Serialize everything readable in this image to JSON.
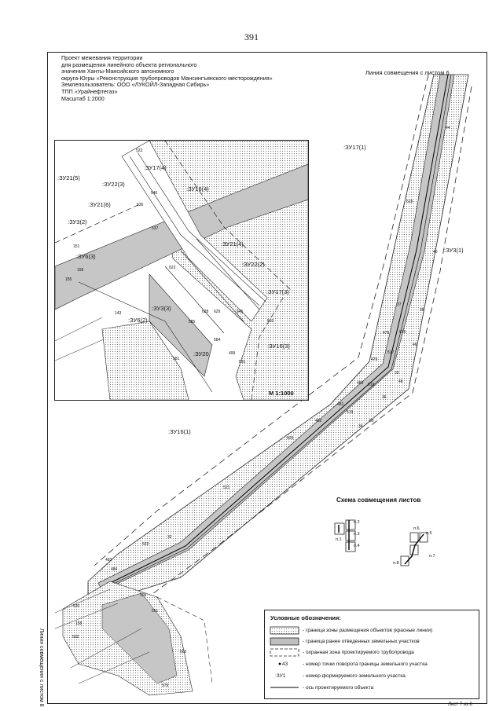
{
  "page_number": "391",
  "title_block": {
    "lines": [
      "Проект межевания территории",
      "для размещения линейного объекта регионального",
      "значения Ханты-Мансийского автономного",
      "округа-Югры «Реконструкция трубопроводов Мансингъянского месторождения»",
      "Землепользователь: ООО «ЛУКОЙЛ-Западная Сибирь»",
      "ТПП «Урайнефтегаз»",
      "Масштаб 1:2000"
    ]
  },
  "match_lines": {
    "top": "Линия совмещения с листом 6",
    "left": "Линия совмещения с листом 8"
  },
  "inset": {
    "scale": "М 1:1000"
  },
  "parcel_labels": {
    "zu17_1": ":ЗУ17(1)",
    "zu3_1": ":ЗУ3(1)",
    "zu16_1": ":ЗУ16(1)",
    "zu21_5": ":ЗУ21(5)",
    "zu17_4": ":ЗУ17(4)",
    "zu22_3": ":ЗУ22(3)",
    "zu16_4": ":ЗУ16(4)",
    "zu21_6": ":ЗУ21(6)",
    "zu3_2": ":ЗУ3(2)",
    "zu6_3": ":ЗУ6(3)",
    "zu21_4": ":ЗУ21(4)",
    "zu22_2": ":ЗУ22(2)",
    "zu17_3": ":ЗУ17(3)",
    "zu3_3": ":ЗУ3(3)",
    "zu6_2": ":ЗУ6(2)",
    "zu16_3": ":ЗУ16(3)",
    "zu20": ":ЗУ20"
  },
  "points": [
    {
      "id": "p44",
      "t": "44"
    },
    {
      "id": "p515",
      "t": "515"
    },
    {
      "id": "p40",
      "t": "40"
    },
    {
      "id": "p37",
      "t": "37"
    },
    {
      "id": "p35",
      "t": "35"
    },
    {
      "id": "p46",
      "t": "46"
    },
    {
      "id": "p478",
      "t": "478"
    },
    {
      "id": "p516",
      "t": "516"
    },
    {
      "id": "p517",
      "t": "517"
    },
    {
      "id": "p479",
      "t": "479"
    },
    {
      "id": "p33",
      "t": "33"
    },
    {
      "id": "p48",
      "t": "48"
    },
    {
      "id": "p480",
      "t": "480"
    },
    {
      "id": "p518",
      "t": "518"
    },
    {
      "id": "p36",
      "t": "36"
    },
    {
      "id": "p481",
      "t": "481"
    },
    {
      "id": "p519",
      "t": "519"
    },
    {
      "id": "p482",
      "t": "482"
    },
    {
      "id": "p34",
      "t": "34"
    },
    {
      "id": "p50",
      "t": "50"
    },
    {
      "id": "p520",
      "t": "520"
    },
    {
      "id": "p521",
      "t": "521"
    },
    {
      "id": "p522",
      "t": "522"
    },
    {
      "id": "p32",
      "t": "32"
    },
    {
      "id": "p483",
      "t": "483"
    },
    {
      "id": "p484",
      "t": "484"
    },
    {
      "id": "p505",
      "t": "505"
    },
    {
      "id": "p501",
      "t": "501"
    },
    {
      "id": "p530",
      "t": "530"
    },
    {
      "id": "p502",
      "t": "502"
    },
    {
      "id": "p500",
      "t": "500"
    },
    {
      "id": "p579",
      "t": "579"
    },
    {
      "id": "p523",
      "t": "523"
    },
    {
      "id": "p546",
      "t": "546"
    },
    {
      "id": "p536",
      "t": "536"
    },
    {
      "id": "p537",
      "t": "537"
    },
    {
      "id": "p623",
      "t": "623"
    },
    {
      "id": "p628",
      "t": "628"
    },
    {
      "id": "p629",
      "t": "629"
    },
    {
      "id": "p545",
      "t": "545"
    },
    {
      "id": "p503",
      "t": "503"
    },
    {
      "id": "p584",
      "t": "584"
    },
    {
      "id": "p499",
      "t": "499"
    },
    {
      "id": "p591",
      "t": "591"
    },
    {
      "id": "p581",
      "t": "581"
    },
    {
      "id": "p143",
      "t": "143"
    },
    {
      "id": "p155",
      "t": "155"
    },
    {
      "id": "p156",
      "t": "156"
    },
    {
      "id": "p151",
      "t": "151"
    },
    {
      "id": "p158",
      "t": "158"
    },
    {
      "id": "p585",
      "t": "585"
    }
  ],
  "schema": {
    "title": "Схема совмещения листов",
    "sheets": [
      "п.1",
      "п.2",
      "п.3",
      "п.4",
      "п.5",
      "п.6",
      "п.7",
      "п.8"
    ]
  },
  "legend": {
    "title": "Условные обозначения:",
    "items": [
      "- граница зоны размещения объектов (красные линии)",
      "- граница ранее отведенных земельных участков",
      "- охранная зона проектируемого трубопровода",
      "- номер точки поворота границы земельного участка",
      "- номер формируемого земельного участка",
      "- ось проектируемого объекта"
    ],
    "point_sample": "43",
    "parcel_sample": ":ЗУ1"
  },
  "sheet_number": "Лист 7 из 8",
  "colors": {
    "line": "#222222",
    "hatch": "#bdbdbd",
    "paper": "#ffffff"
  }
}
